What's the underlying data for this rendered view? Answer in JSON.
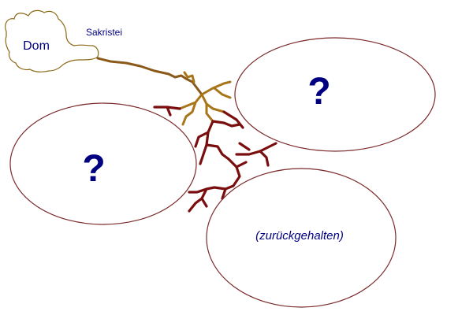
{
  "labels": {
    "dom": "Dom",
    "sakristei": "Sakristei",
    "upper_right": "?",
    "left": "?",
    "lower_right": "(zurückgehalten)"
  },
  "colors": {
    "text": "#000080",
    "ellipse_border": "#7b2a2a",
    "outline": "#8b6914",
    "branch_light": "#b07a12",
    "branch_mid": "#8b5a1a",
    "branch_dark": "#7a0e0e"
  }
}
